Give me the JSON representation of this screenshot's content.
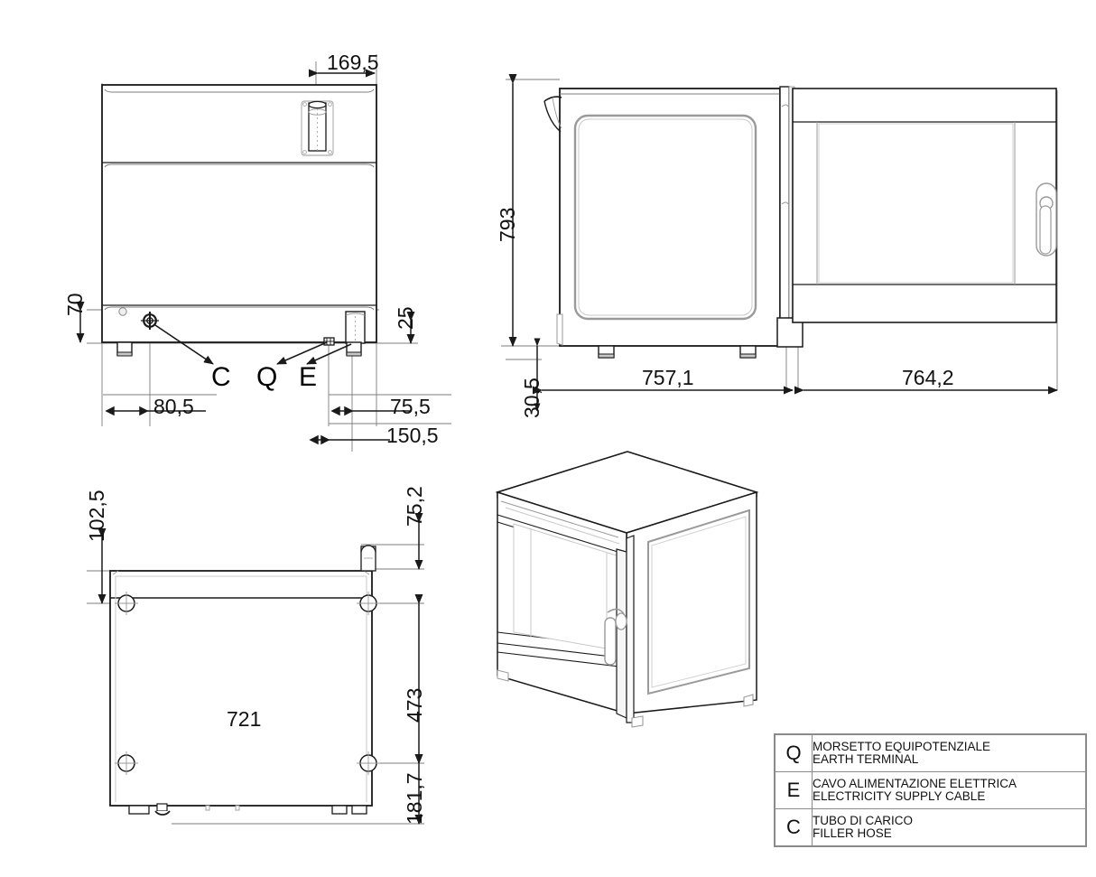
{
  "drawing": {
    "type": "technical-dimension-drawing",
    "subject": "combi oven",
    "units": "mm",
    "views": [
      "rear-elevation",
      "side-elevation-door-open",
      "plan-view",
      "isometric-view"
    ]
  },
  "rear_view": {
    "dimensions": {
      "vent_offset_from_right": "169,5",
      "height_to_filler_hose": "70",
      "height_to_baseline": "25",
      "filler_hose_from_left": "80,5",
      "earth_terminal_from_right": "75,5",
      "supply_cable_from_right": "150,5"
    },
    "callouts": [
      {
        "letter": "C",
        "target": "filler-hose"
      },
      {
        "letter": "Q",
        "target": "earth-terminal"
      },
      {
        "letter": "E",
        "target": "electricity-supply-cable"
      }
    ]
  },
  "side_view": {
    "dimensions": {
      "overall_height": "793",
      "foot_height": "30,5",
      "body_depth": "757,1",
      "door_open_extension": "764,2"
    }
  },
  "plan_view": {
    "dimensions": {
      "top_offset": "102,5",
      "right_top_offset": "75,2",
      "hole_spacing_vertical": "473",
      "hole_spacing_horizontal": "721",
      "bottom_offset": "181,7"
    }
  },
  "legend": {
    "rows": [
      {
        "key": "Q",
        "it": "MORSETTO EQUIPOTENZIALE",
        "en": "EARTH TERMINAL"
      },
      {
        "key": "E",
        "it": "CAVO ALIMENTAZIONE ELETTRICA",
        "en": "ELECTRICITY SUPPLY CABLE"
      },
      {
        "key": "C",
        "it": "TUBO DI CARICO",
        "en": "FILLER HOSE"
      }
    ]
  },
  "colors": {
    "line": "#1a1a1a",
    "thin_line": "#7d7d7d",
    "center_line": "#9a9a9a",
    "background": "#ffffff",
    "table_border": "#8a8a8a"
  }
}
